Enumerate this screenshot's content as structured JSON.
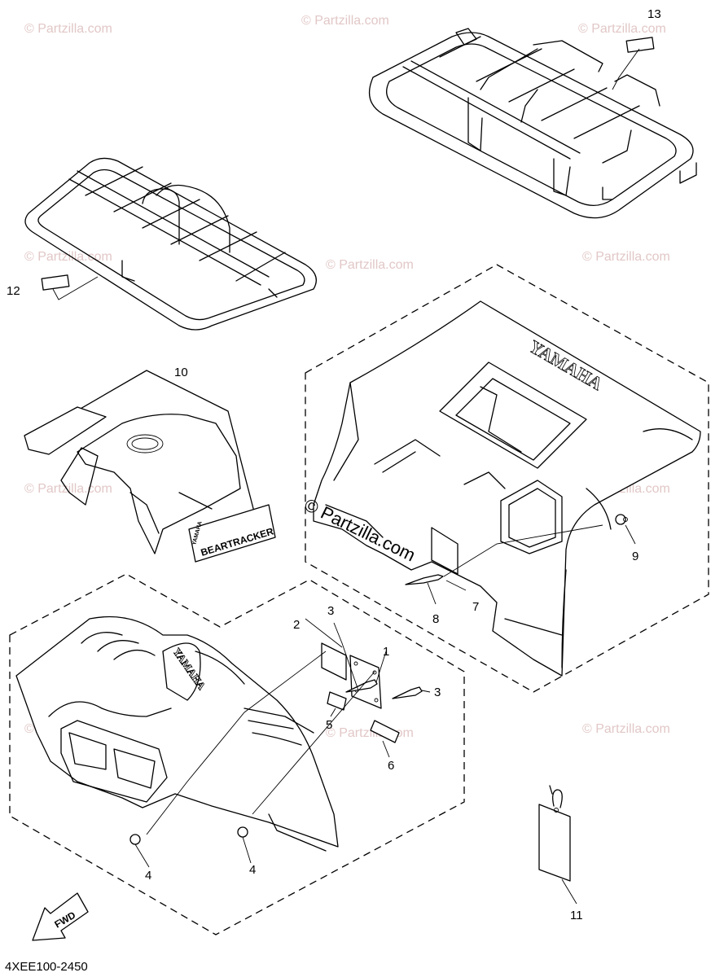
{
  "watermark": "© Partzilla.com",
  "brand_watermark": "© Partzilla.com",
  "diagram_code": "4XEE100-2450",
  "fwd_label": "FWD",
  "fender_logo": "YAMAHA",
  "decal_text": "BEARTRACKER",
  "decal_small": "YAMAHA",
  "callouts": {
    "c1": "1",
    "c2": "2",
    "c3a": "3",
    "c3b": "3",
    "c4a": "4",
    "c4b": "4",
    "c5": "5",
    "c6": "6",
    "c7": "7",
    "c8": "8",
    "c9": "9",
    "c10": "10",
    "c11": "11",
    "c12": "12",
    "c13": "13"
  }
}
